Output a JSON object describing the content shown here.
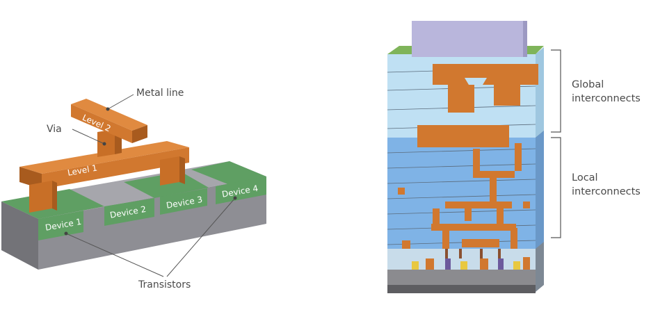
{
  "left_diagram": {
    "callouts": {
      "metal_line": "Metal line",
      "via": "Via",
      "transistors": "Transistors"
    },
    "levels": {
      "level1": "Level 1",
      "level2": "Level 2"
    },
    "devices": [
      "Device 1",
      "Device 2",
      "Device 3",
      "Device 4"
    ]
  },
  "right_diagram": {
    "global_label": [
      "Global",
      "interconnects"
    ],
    "local_label": [
      "Local",
      "interconnects"
    ]
  },
  "colors": {
    "metal": "#d1782f",
    "metal_dark": "#a85b1e",
    "device_green": "#5f9f63",
    "substrate": "#8e8e94",
    "stack_light": "#bfe0f3",
    "stack_mid": "#7fb3e6",
    "cap": "#b9b6dc"
  }
}
